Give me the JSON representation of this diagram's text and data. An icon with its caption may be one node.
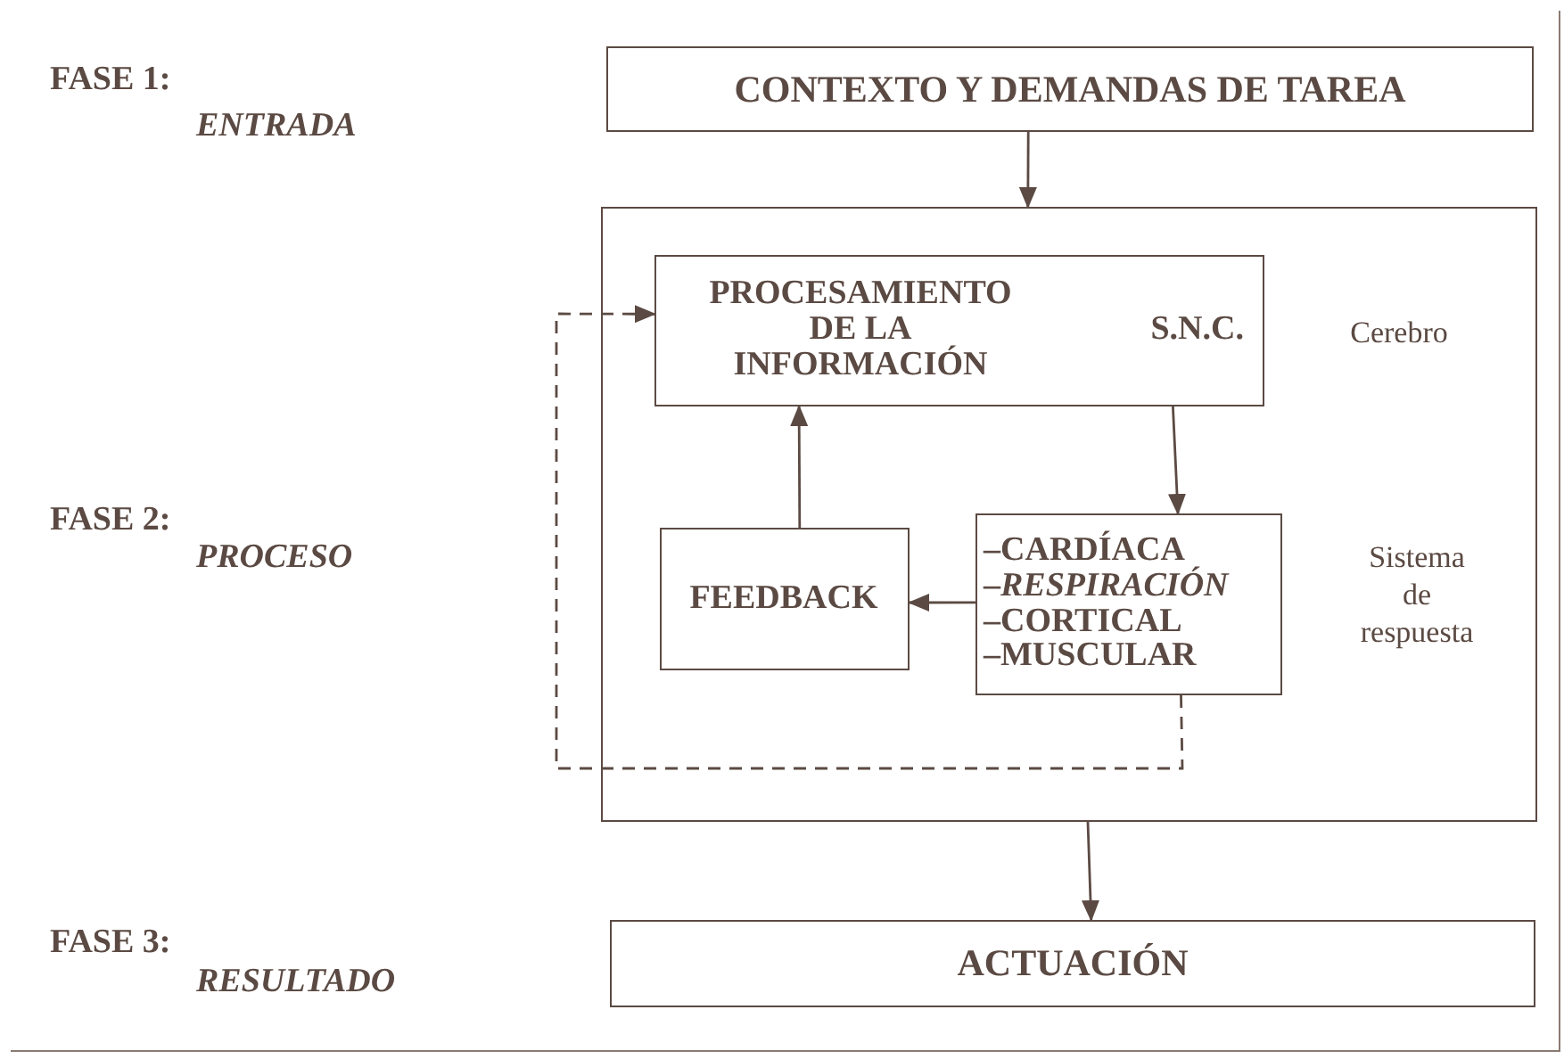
{
  "diagram": {
    "nodes": [
      {
        "text": [
          "CONTEXTO Y DEMANDAS DE TAREA"
        ]
      },
      {
        "text": [],
        "shape": "box"
      },
      {
        "text": [
          "PROCESAMIENTO DE LA INFORMACIÓN",
          "S.N.C."
        ],
        "in": 1,
        "beside": [
          "Cerebro"
        ]
      },
      {
        "text": [
          "FEEDBACK"
        ],
        "in": 1
      },
      {
        "text": [
          "–CARDÍACA",
          "–*RESPIRACIÓN*",
          "–CORTICAL",
          "–MUSCULAR"
        ],
        "in": 1,
        "beside": [
          "Sistema de respuesta"
        ]
      },
      {
        "text": [
          "ACTUACIÓN"
        ]
      }
    ],
    "edges": [
      {
        "from": 0,
        "to": 1,
        "arrow": "to"
      },
      {
        "from": 2,
        "to": 4,
        "arrow": "to"
      },
      {
        "from": 4,
        "to": 3,
        "arrow": "to"
      },
      {
        "from": 3,
        "to": 2,
        "arrow": "to"
      },
      {
        "from": 4,
        "to": 2,
        "arrow": "to",
        "style": "dashed"
      },
      {
        "from": 1,
        "to": 5,
        "arrow": "to"
      }
    ],
    "labels": [
      "FASE 1:",
      "ENTRADA",
      "FASE 2:",
      "PROCESO",
      "FASE 3:",
      "RESULTADO"
    ]
  }
}
